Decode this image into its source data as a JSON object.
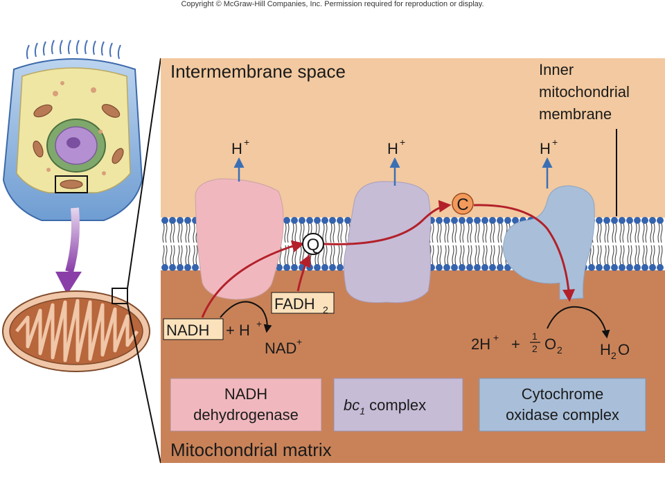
{
  "copyright": "Copyright © McGraw-Hill Companies, Inc. Permission required for reproduction or display.",
  "labels": {
    "intermembrane_space": "Intermembrane space",
    "inner_membrane_line1": "Inner",
    "inner_membrane_line2": "mitochondrial",
    "inner_membrane_line3": "membrane",
    "mitochondrial_matrix": "Mitochondrial matrix",
    "h_plus": "H",
    "plus_sup": "+",
    "q": "Q",
    "c": "C",
    "fadh2_main": "FADH",
    "fadh2_sub": "2",
    "nadh": "NADH",
    "nadh_plus_h": "+ H",
    "nad_plus": "NAD",
    "two_h_plus": "2H",
    "plus_sign": "+",
    "half_num": "1",
    "half_den": "2",
    "o2_main": "O",
    "o2_sub": "2",
    "h2o_h": "H",
    "h2o_sub": "2",
    "h2o_o": "O"
  },
  "legend": {
    "nadh_dehydrogenase_line1": "NADH",
    "nadh_dehydrogenase_line2": "dehydrogenase",
    "bc1_prefix": "bc",
    "bc1_sub": "1",
    "bc1_suffix": " complex",
    "cytochrome_line1": "Cytochrome",
    "cytochrome_line2": "oxidase complex"
  },
  "colors": {
    "intermembrane": "#f2c9a0",
    "matrix": "#c98258",
    "nadh_complex": "#f0b8be",
    "bc1_complex": "#c6bcd6",
    "cytochrome_complex": "#a9bfd9",
    "electron_path": "#b3202a",
    "proton_arrow": "#3a6fb5",
    "phospholipid_head": "#3563ad",
    "c_carrier": "#f29a5c",
    "fadh2_box": "#fbe2bc"
  }
}
